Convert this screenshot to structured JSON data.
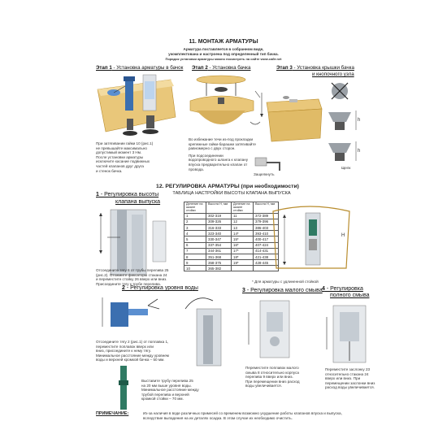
{
  "section11": {
    "title": "11. МОНТАЖ АРМАТУРЫ",
    "subtitle1": "Арматура поставляется в собранном виде,",
    "subtitle2": "укомплектована и настроена под определенный тип бачка.",
    "subtitle3": "Порядок установки арматуры можно посмотреть на сайте www.сайт.net"
  },
  "stages": [
    {
      "num": "Этап 1",
      "text": " - Установка арматуры в бачок"
    },
    {
      "num": "Этап 2",
      "text": " - Установка бачка"
    },
    {
      "num": "Этап 3",
      "text": " - Установка крышки бачка"
    },
    {
      "extra": "и кнопочного узла"
    }
  ],
  "stage1_notes": [
    "При затягивании гайки 10 (рис.1)",
    "не превышайте максимально",
    "допустимый момент 3 Нм.",
    "После установки арматуры",
    "исключите касание подвижных",
    "частей клапанов друг друга",
    "и стенок бачка."
  ],
  "stage2_notes": [
    "Во избежание течи из-под прокладки",
    "крепежные гайки-барашки затягивайте",
    "равномерно с двух сторон.",
    "При подсоединении",
    "водопроводного шланга к клапану",
    "впуска предварительно клапан от",
    "провода."
  ],
  "stage3_labels": {
    "h1": "h",
    "h2": "h",
    "click": "Щелк",
    "click2": "Защелкнуть"
  },
  "section12": {
    "title": "12. РЕГУЛИРОВКА АРМАТУРЫ (при необходимости)",
    "table_title": "ТАБЛИЦА НАСТРОЙКИ ВЫСОТЫ КЛАПАНА ВЫПУСКА"
  },
  "reg1": {
    "num": "1",
    "text": " - Регулировка высоты",
    "text2": "клапана выпуска"
  },
  "reg1_notes": [
    "Отсоедините тягу 6 от трубы перелива 25",
    "(рис.2). Отожмите фиксаторы стакана 24",
    "и переместите стойку 26 вверх или вниз.",
    "Присоедините тягу к трубе перелива."
  ],
  "table": {
    "headers": [
      "Деление на шкале стойки",
      "Высота Н, мм",
      "Деление на шкале стойки",
      "Высота Н, мм"
    ],
    "rows": [
      [
        "1",
        "302-319",
        "11",
        "372-389"
      ],
      [
        "2",
        "309-326",
        "12",
        "379-396"
      ],
      [
        "3",
        "316-333",
        "13",
        "386-403"
      ],
      [
        "4",
        "323-340",
        "14*",
        "393-410"
      ],
      [
        "5",
        "330-347",
        "15*",
        "400-417"
      ],
      [
        "6",
        "337-354",
        "16*",
        "407-424"
      ],
      [
        "7",
        "344-361",
        "17*",
        "414-431"
      ],
      [
        "8",
        "351-368",
        "18*",
        "421-438"
      ],
      [
        "9",
        "358-375",
        "19*",
        "428-445"
      ],
      [
        "10",
        "365-382",
        "",
        ""
      ]
    ],
    "footnote": "* Для арматуры с удлиненной стойкой"
  },
  "reg_side_label": "H",
  "reg2": {
    "num": "2",
    "text": " - Регулировка уровня воды"
  },
  "reg2_notes": [
    "Отсоедините тягу 2 (рис.1) от поплавка 1,",
    "переместите поплавок вверх или",
    "вниз, присоедините к нему тягу.",
    "Минимальное расстояние между уровнем",
    "воды и верхней кромкой бачка – 50 мм."
  ],
  "reg2_notes_b": [
    "Выставите трубу перелива 25",
    "на 20 мм выше уровня воды.",
    "Минимальное расстояние между",
    "трубой перелива и верхней",
    "кромкой стойки – 70 мм."
  ],
  "reg3": {
    "num": "3",
    "text": " - Регулировка малого смыва"
  },
  "reg3_notes": [
    "Переместите поплавок малого",
    "смыва 8 относительно корпуса",
    "перелива 9 вверх или вниз.",
    "При перемещении вниз расход",
    "воды увеличивается."
  ],
  "reg4": {
    "num": "4",
    "text": " - Регулировка",
    "text2": "полного смыва"
  },
  "reg4_notes": [
    "Переместите заслонку 23",
    "относительно стакана 24",
    "вверх или вниз. При",
    "перемещении заслонки вниз",
    "расход воды увеличивается."
  ],
  "note": {
    "label": "ПРИМЕЧАНИЕ:",
    "line1": "Из-за наличия в воде различных примесей со временем возможно ухудшение работы клапанов впуска и выпуска,",
    "line2": "вследствие выпадения на их деталях осадка. В этом случае их необходимо очистить."
  },
  "colors": {
    "ceramic": "#e9c77a",
    "ceramic_dark": "#b98d2e",
    "valve_blue": "#3b6fb0",
    "valve_green": "#2f7a63",
    "gray": "#9aa0a6"
  }
}
